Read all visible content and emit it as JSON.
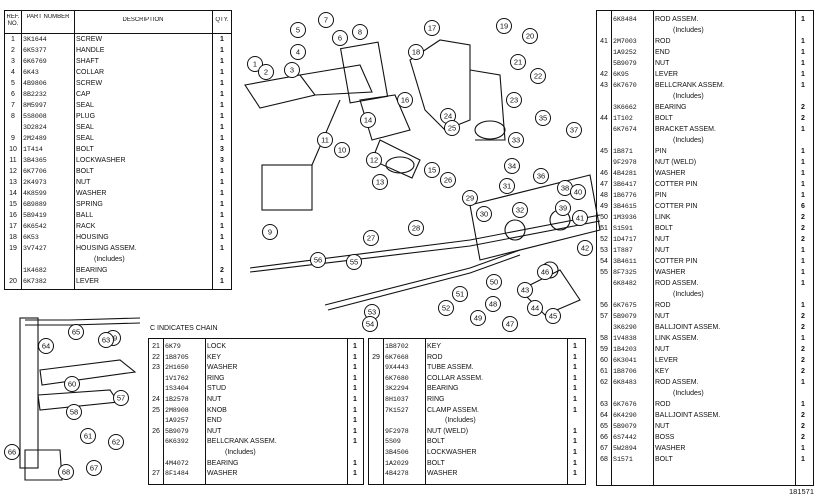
{
  "header": {
    "ref_no": "REF. NO.",
    "part_number": "PART NUMBER",
    "description": "DESCRIPTION",
    "qty": "QTY."
  },
  "chain_note": "C INDICATES CHAIN",
  "page_number": "181571",
  "table1": [
    {
      "ref": "1",
      "pn": "3K1644",
      "desc": "SCREW",
      "qty": "1"
    },
    {
      "ref": "2",
      "pn": "6K5377",
      "desc": "HANDLE",
      "qty": "1"
    },
    {
      "ref": "3",
      "pn": "6K6769",
      "desc": "SHAFT",
      "qty": "1"
    },
    {
      "ref": "4",
      "pn": "6K43",
      "desc": "COLLAR",
      "qty": "1"
    },
    {
      "ref": "5",
      "pn": "4B9806",
      "desc": "SCREW",
      "qty": "1"
    },
    {
      "ref": "6",
      "pn": "8B2232",
      "desc": "CAP",
      "qty": "1"
    },
    {
      "ref": "7",
      "pn": "8M5997",
      "desc": "SEAL",
      "qty": "1"
    },
    {
      "ref": "8",
      "pn": "5S8008",
      "desc": "PLUG",
      "qty": "1"
    },
    {
      "ref": "",
      "pn": "3D2824",
      "desc": "SEAL",
      "qty": "1"
    },
    {
      "ref": "9",
      "pn": "2M2489",
      "desc": "SEAL",
      "qty": "1"
    },
    {
      "ref": "10",
      "pn": "1T414",
      "desc": "BOLT",
      "qty": "3"
    },
    {
      "ref": "11",
      "pn": "3B4365",
      "desc": "LOCKWASHER",
      "qty": "3"
    },
    {
      "ref": "12",
      "pn": "6K7706",
      "desc": "BOLT",
      "qty": "1"
    },
    {
      "ref": "13",
      "pn": "2K4973",
      "desc": "NUT",
      "qty": "1"
    },
    {
      "ref": "14",
      "pn": "4K8599",
      "desc": "WASHER",
      "qty": "1"
    },
    {
      "ref": "15",
      "pn": "6B9889",
      "desc": "SPRING",
      "qty": "1"
    },
    {
      "ref": "16",
      "pn": "5B9419",
      "desc": "BALL",
      "qty": "1"
    },
    {
      "ref": "17",
      "pn": "6K6542",
      "desc": "RACK",
      "qty": "1"
    },
    {
      "ref": "18",
      "pn": "6K53",
      "desc": "HOUSING",
      "qty": "1"
    },
    {
      "ref": "19",
      "pn": "3V7427",
      "desc": "HOUSING ASSEM.",
      "qty": "1"
    },
    {
      "ref": "",
      "pn": "",
      "desc": "(Includes)",
      "qty": ""
    },
    {
      "ref": "",
      "pn": "1K4682",
      "desc": "BEARING",
      "qty": "2"
    },
    {
      "ref": "20",
      "pn": "6K7382",
      "desc": "LEVER",
      "qty": "1"
    }
  ],
  "table2": [
    {
      "ref": "21",
      "pn": "6K79",
      "desc": "LOCK",
      "qty": "1"
    },
    {
      "ref": "22",
      "pn": "1B8705",
      "desc": "KEY",
      "qty": "1"
    },
    {
      "ref": "23",
      "pn": "2H1650",
      "desc": "WASHER",
      "qty": "1"
    },
    {
      "ref": "",
      "pn": "1V1762",
      "desc": "RING",
      "qty": "1"
    },
    {
      "ref": "",
      "pn": "1S3404",
      "desc": "STUD",
      "qty": "1"
    },
    {
      "ref": "24",
      "pn": "1B2578",
      "desc": "NUT",
      "qty": "1"
    },
    {
      "ref": "25",
      "pn": "2M8908",
      "desc": "KNOB",
      "qty": "1"
    },
    {
      "ref": "",
      "pn": "1A9257",
      "desc": "END",
      "qty": "1"
    },
    {
      "ref": "26",
      "pn": "5B9079",
      "desc": "NUT",
      "qty": "1"
    },
    {
      "ref": "",
      "pn": "6K6392",
      "desc": "BELLCRANK ASSEM.",
      "qty": "1"
    },
    {
      "ref": "",
      "pn": "",
      "desc": "(Includes)",
      "qty": ""
    },
    {
      "ref": "",
      "pn": "4M4072",
      "desc": "BEARING",
      "qty": "1"
    },
    {
      "ref": "27",
      "pn": "8F1484",
      "desc": "WASHER",
      "qty": "1"
    }
  ],
  "table3": [
    {
      "ref": "",
      "pn": "1B8702",
      "desc": "KEY",
      "qty": "1"
    },
    {
      "ref": "29",
      "pn": "6K7668",
      "desc": "ROD",
      "qty": "1"
    },
    {
      "ref": "",
      "pn": "9X4443",
      "desc": "TUBE ASSEM.",
      "qty": "1"
    },
    {
      "ref": "",
      "pn": "6K7680",
      "desc": "COLLAR ASSEM.",
      "qty": "1"
    },
    {
      "ref": "",
      "pn": "3K2294",
      "desc": "BEARING",
      "qty": "1"
    },
    {
      "ref": "",
      "pn": "8H1037",
      "desc": "RING",
      "qty": "1"
    },
    {
      "ref": "",
      "pn": "7K1527",
      "desc": "CLAMP ASSEM.",
      "qty": "1"
    },
    {
      "ref": "",
      "pn": "",
      "desc": "(Includes)",
      "qty": ""
    },
    {
      "ref": "",
      "pn": "9F2978",
      "desc": "NUT (weld)",
      "qty": "1"
    },
    {
      "ref": "",
      "pn": "5S09",
      "desc": "BOLT",
      "qty": "1"
    },
    {
      "ref": "",
      "pn": "3B4506",
      "desc": "LOCKWASHER",
      "qty": "1"
    },
    {
      "ref": "",
      "pn": "1A2029",
      "desc": "BOLT",
      "qty": "1"
    },
    {
      "ref": "",
      "pn": "4B4278",
      "desc": "WASHER",
      "qty": "1"
    }
  ],
  "table4": [
    {
      "ref": "",
      "pn": "6K8484",
      "desc": "ROD ASSEM.",
      "qty": "1"
    },
    {
      "ref": "",
      "pn": "",
      "desc": "(Includes)",
      "qty": ""
    },
    {
      "ref": "41",
      "pn": "2M7003",
      "desc": "ROD",
      "qty": "1"
    },
    {
      "ref": "",
      "pn": "1A9252",
      "desc": "END",
      "qty": "1"
    },
    {
      "ref": "",
      "pn": "5B9079",
      "desc": "NUT",
      "qty": "1"
    },
    {
      "ref": "42",
      "pn": "6K95",
      "desc": "LEVER",
      "qty": "1"
    },
    {
      "ref": "43",
      "pn": "6K7670",
      "desc": "BELLCRANK ASSEM.",
      "qty": "1"
    },
    {
      "ref": "",
      "pn": "",
      "desc": "(Includes)",
      "qty": ""
    },
    {
      "ref": "",
      "pn": "3K6662",
      "desc": "BEARING",
      "qty": "2"
    },
    {
      "ref": "44",
      "pn": "1T102",
      "desc": "BOLT",
      "qty": "2"
    },
    {
      "ref": "",
      "pn": "6K7674",
      "desc": "BRACKET ASSEM.",
      "qty": "1"
    },
    {
      "ref": "",
      "pn": "",
      "desc": "(Includes)",
      "qty": ""
    },
    {
      "ref": "45",
      "pn": "1B871",
      "desc": "PIN",
      "qty": "1"
    },
    {
      "ref": "",
      "pn": "9F2978",
      "desc": "NUT (weld)",
      "qty": "1"
    },
    {
      "ref": "46",
      "pn": "4B4281",
      "desc": "WASHER",
      "qty": "1"
    },
    {
      "ref": "47",
      "pn": "3B6417",
      "desc": "COTTER PIN",
      "qty": "1"
    },
    {
      "ref": "48",
      "pn": "1B6776",
      "desc": "PIN",
      "qty": "1"
    },
    {
      "ref": "49",
      "pn": "3B4615",
      "desc": "COTTER PIN",
      "qty": "6"
    },
    {
      "ref": "50",
      "pn": "1M3936",
      "desc": "LINK",
      "qty": "2"
    },
    {
      "ref": "51",
      "pn": "S1591",
      "desc": "BOLT",
      "qty": "2"
    },
    {
      "ref": "52",
      "pn": "1D4717",
      "desc": "NUT",
      "qty": "2"
    },
    {
      "ref": "53",
      "pn": "1T887",
      "desc": "NUT",
      "qty": "1"
    },
    {
      "ref": "54",
      "pn": "3B4611",
      "desc": "COTTER PIN",
      "qty": "1"
    },
    {
      "ref": "55",
      "pn": "8F7325",
      "desc": "WASHER",
      "qty": "1"
    },
    {
      "ref": "",
      "pn": "6K8482",
      "desc": "ROD ASSEM.",
      "qty": "1"
    },
    {
      "ref": "",
      "pn": "",
      "desc": "(Includes)",
      "qty": ""
    },
    {
      "ref": "56",
      "pn": "6K7675",
      "desc": "ROD",
      "qty": "1"
    },
    {
      "ref": "57",
      "pn": "5B9079",
      "desc": "NUT",
      "qty": "2"
    },
    {
      "ref": "",
      "pn": "3K6290",
      "desc": "BALLJOINT ASSEM.",
      "qty": "2"
    },
    {
      "ref": "58",
      "pn": "1V4838",
      "desc": "LINK ASSEM.",
      "qty": "1"
    },
    {
      "ref": "59",
      "pn": "1B4203",
      "desc": "NUT",
      "qty": "2"
    },
    {
      "ref": "60",
      "pn": "6K3041",
      "desc": "LEVER",
      "qty": "2"
    },
    {
      "ref": "61",
      "pn": "1B8706",
      "desc": "KEY",
      "qty": "2"
    },
    {
      "ref": "62",
      "pn": "6K8483",
      "desc": "ROD ASSEM.",
      "qty": "1"
    },
    {
      "ref": "",
      "pn": "",
      "desc": "(Includes)",
      "qty": ""
    },
    {
      "ref": "63",
      "pn": "6K7676",
      "desc": "ROD",
      "qty": "1"
    },
    {
      "ref": "64",
      "pn": "6K4290",
      "desc": "BALLJOINT ASSEM.",
      "qty": "2"
    },
    {
      "ref": "65",
      "pn": "5B9079",
      "desc": "NUT",
      "qty": "2"
    },
    {
      "ref": "66",
      "pn": "6S7442",
      "desc": "BOSS",
      "qty": "2"
    },
    {
      "ref": "67",
      "pn": "5W2894",
      "desc": "WASHER",
      "qty": "1"
    },
    {
      "ref": "68",
      "pn": "S1571",
      "desc": "BOLT",
      "qty": "1"
    }
  ],
  "callouts": [
    "1",
    "2",
    "3",
    "4",
    "5",
    "6",
    "7",
    "8",
    "9",
    "10",
    "11",
    "12",
    "13",
    "14",
    "15",
    "16",
    "17",
    "18",
    "19",
    "20",
    "21",
    "22",
    "23",
    "24",
    "25",
    "26",
    "27",
    "28",
    "29",
    "30",
    "31",
    "32",
    "33",
    "34",
    "35",
    "36",
    "37",
    "38",
    "39",
    "40",
    "41",
    "42",
    "43",
    "44",
    "45",
    "46",
    "47",
    "48",
    "49",
    "50",
    "51",
    "52",
    "53",
    "54",
    "55",
    "56",
    "57",
    "58",
    "59",
    "60",
    "61",
    "62",
    "63",
    "64",
    "65",
    "66",
    "67",
    "68"
  ]
}
